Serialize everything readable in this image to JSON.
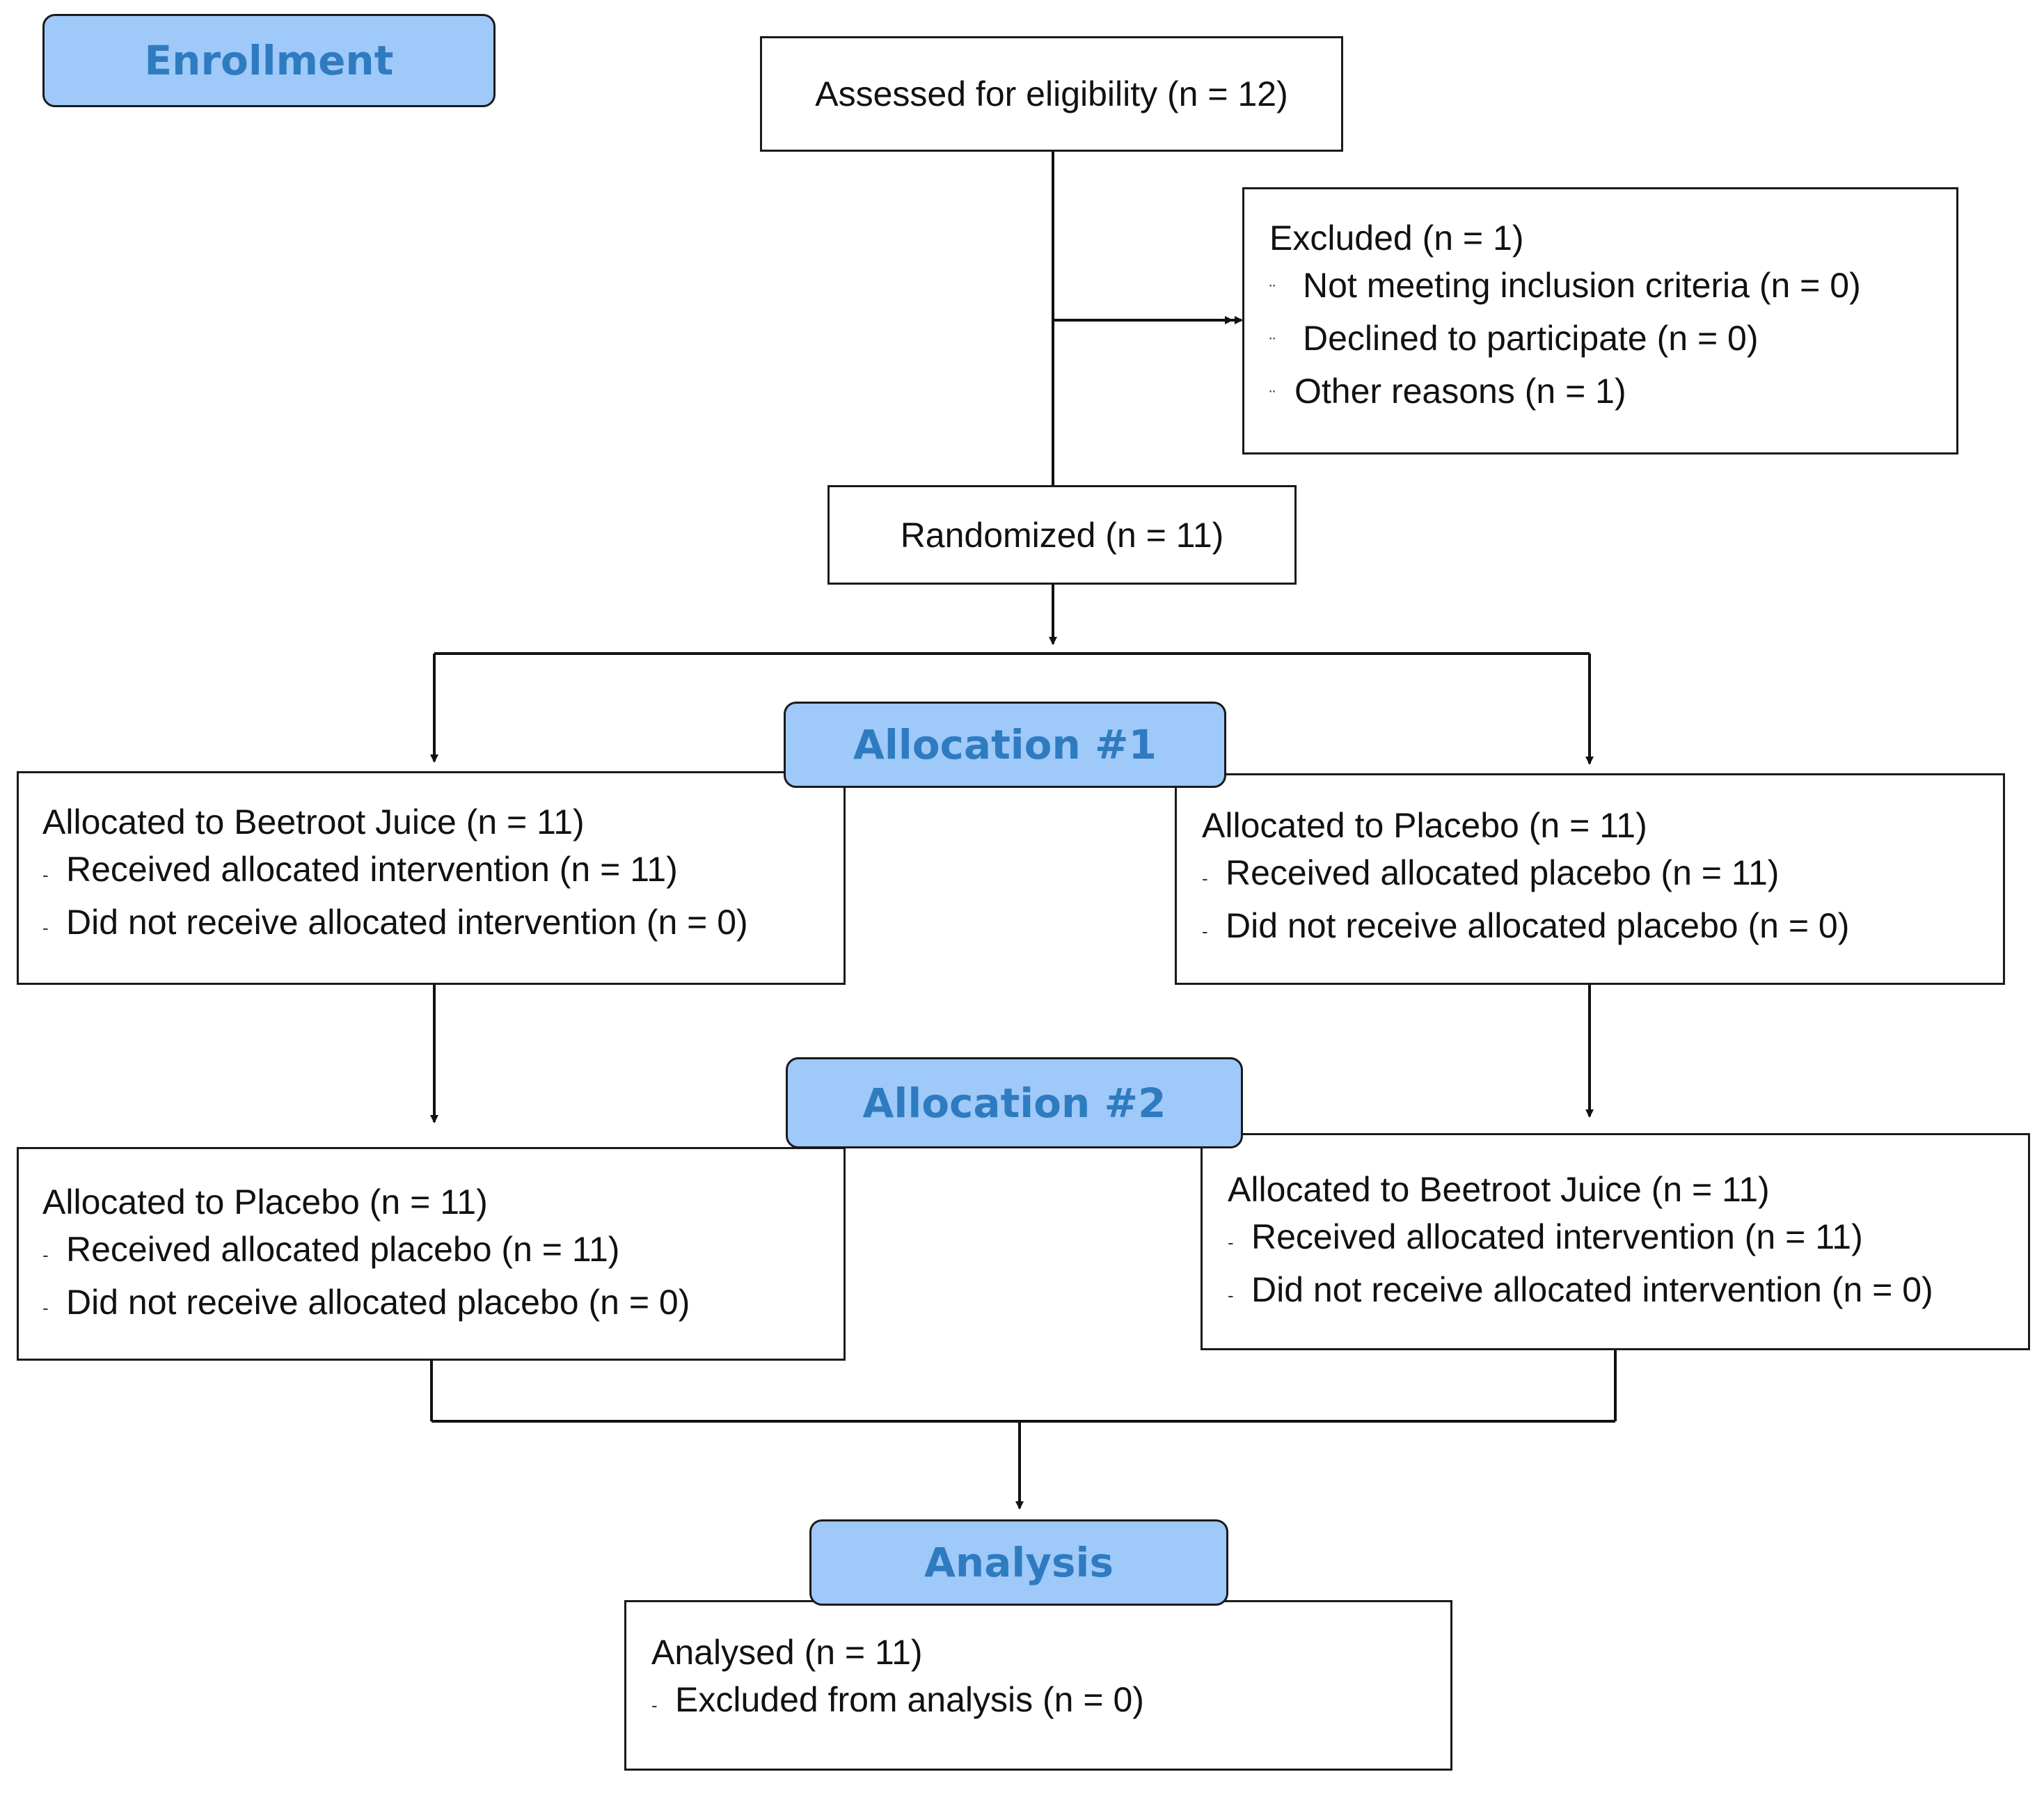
{
  "stages": {
    "enrollment": "Enrollment",
    "allocation1": "Allocation #1",
    "allocation2": "Allocation #2",
    "analysis": "Analysis"
  },
  "assessed": "Assessed for eligibility (n = 12)",
  "excluded": {
    "title": "Excluded (n = 1)",
    "items": [
      "Not meeting inclusion criteria (n = 0)",
      "Declined to participate (n = 0)",
      "Other reasons (n = 1)"
    ]
  },
  "randomized": "Randomized (n = 11)",
  "alloc1_left": {
    "title": "Allocated to Beetroot Juice (n = 11)",
    "items": [
      "Received allocated intervention (n = 11)",
      "Did not receive allocated intervention (n = 0)"
    ]
  },
  "alloc1_right": {
    "title": "Allocated to Placebo (n = 11)",
    "items": [
      "Received allocated placebo (n = 11)",
      "Did not receive allocated placebo (n = 0)"
    ]
  },
  "alloc2_left": {
    "title": "Allocated to Placebo (n = 11)",
    "items": [
      "Received allocated placebo (n = 11)",
      "Did not receive allocated placebo (n = 0)"
    ]
  },
  "alloc2_right": {
    "title": "Allocated to Beetroot Juice (n = 11)",
    "items": [
      "Received allocated intervention (n = 11)",
      "Did not receive allocated intervention (n = 0)"
    ]
  },
  "analysed": {
    "title": "Analysed (n = 11)",
    "items": [
      "Excluded from analysis (n = 0)"
    ]
  }
}
